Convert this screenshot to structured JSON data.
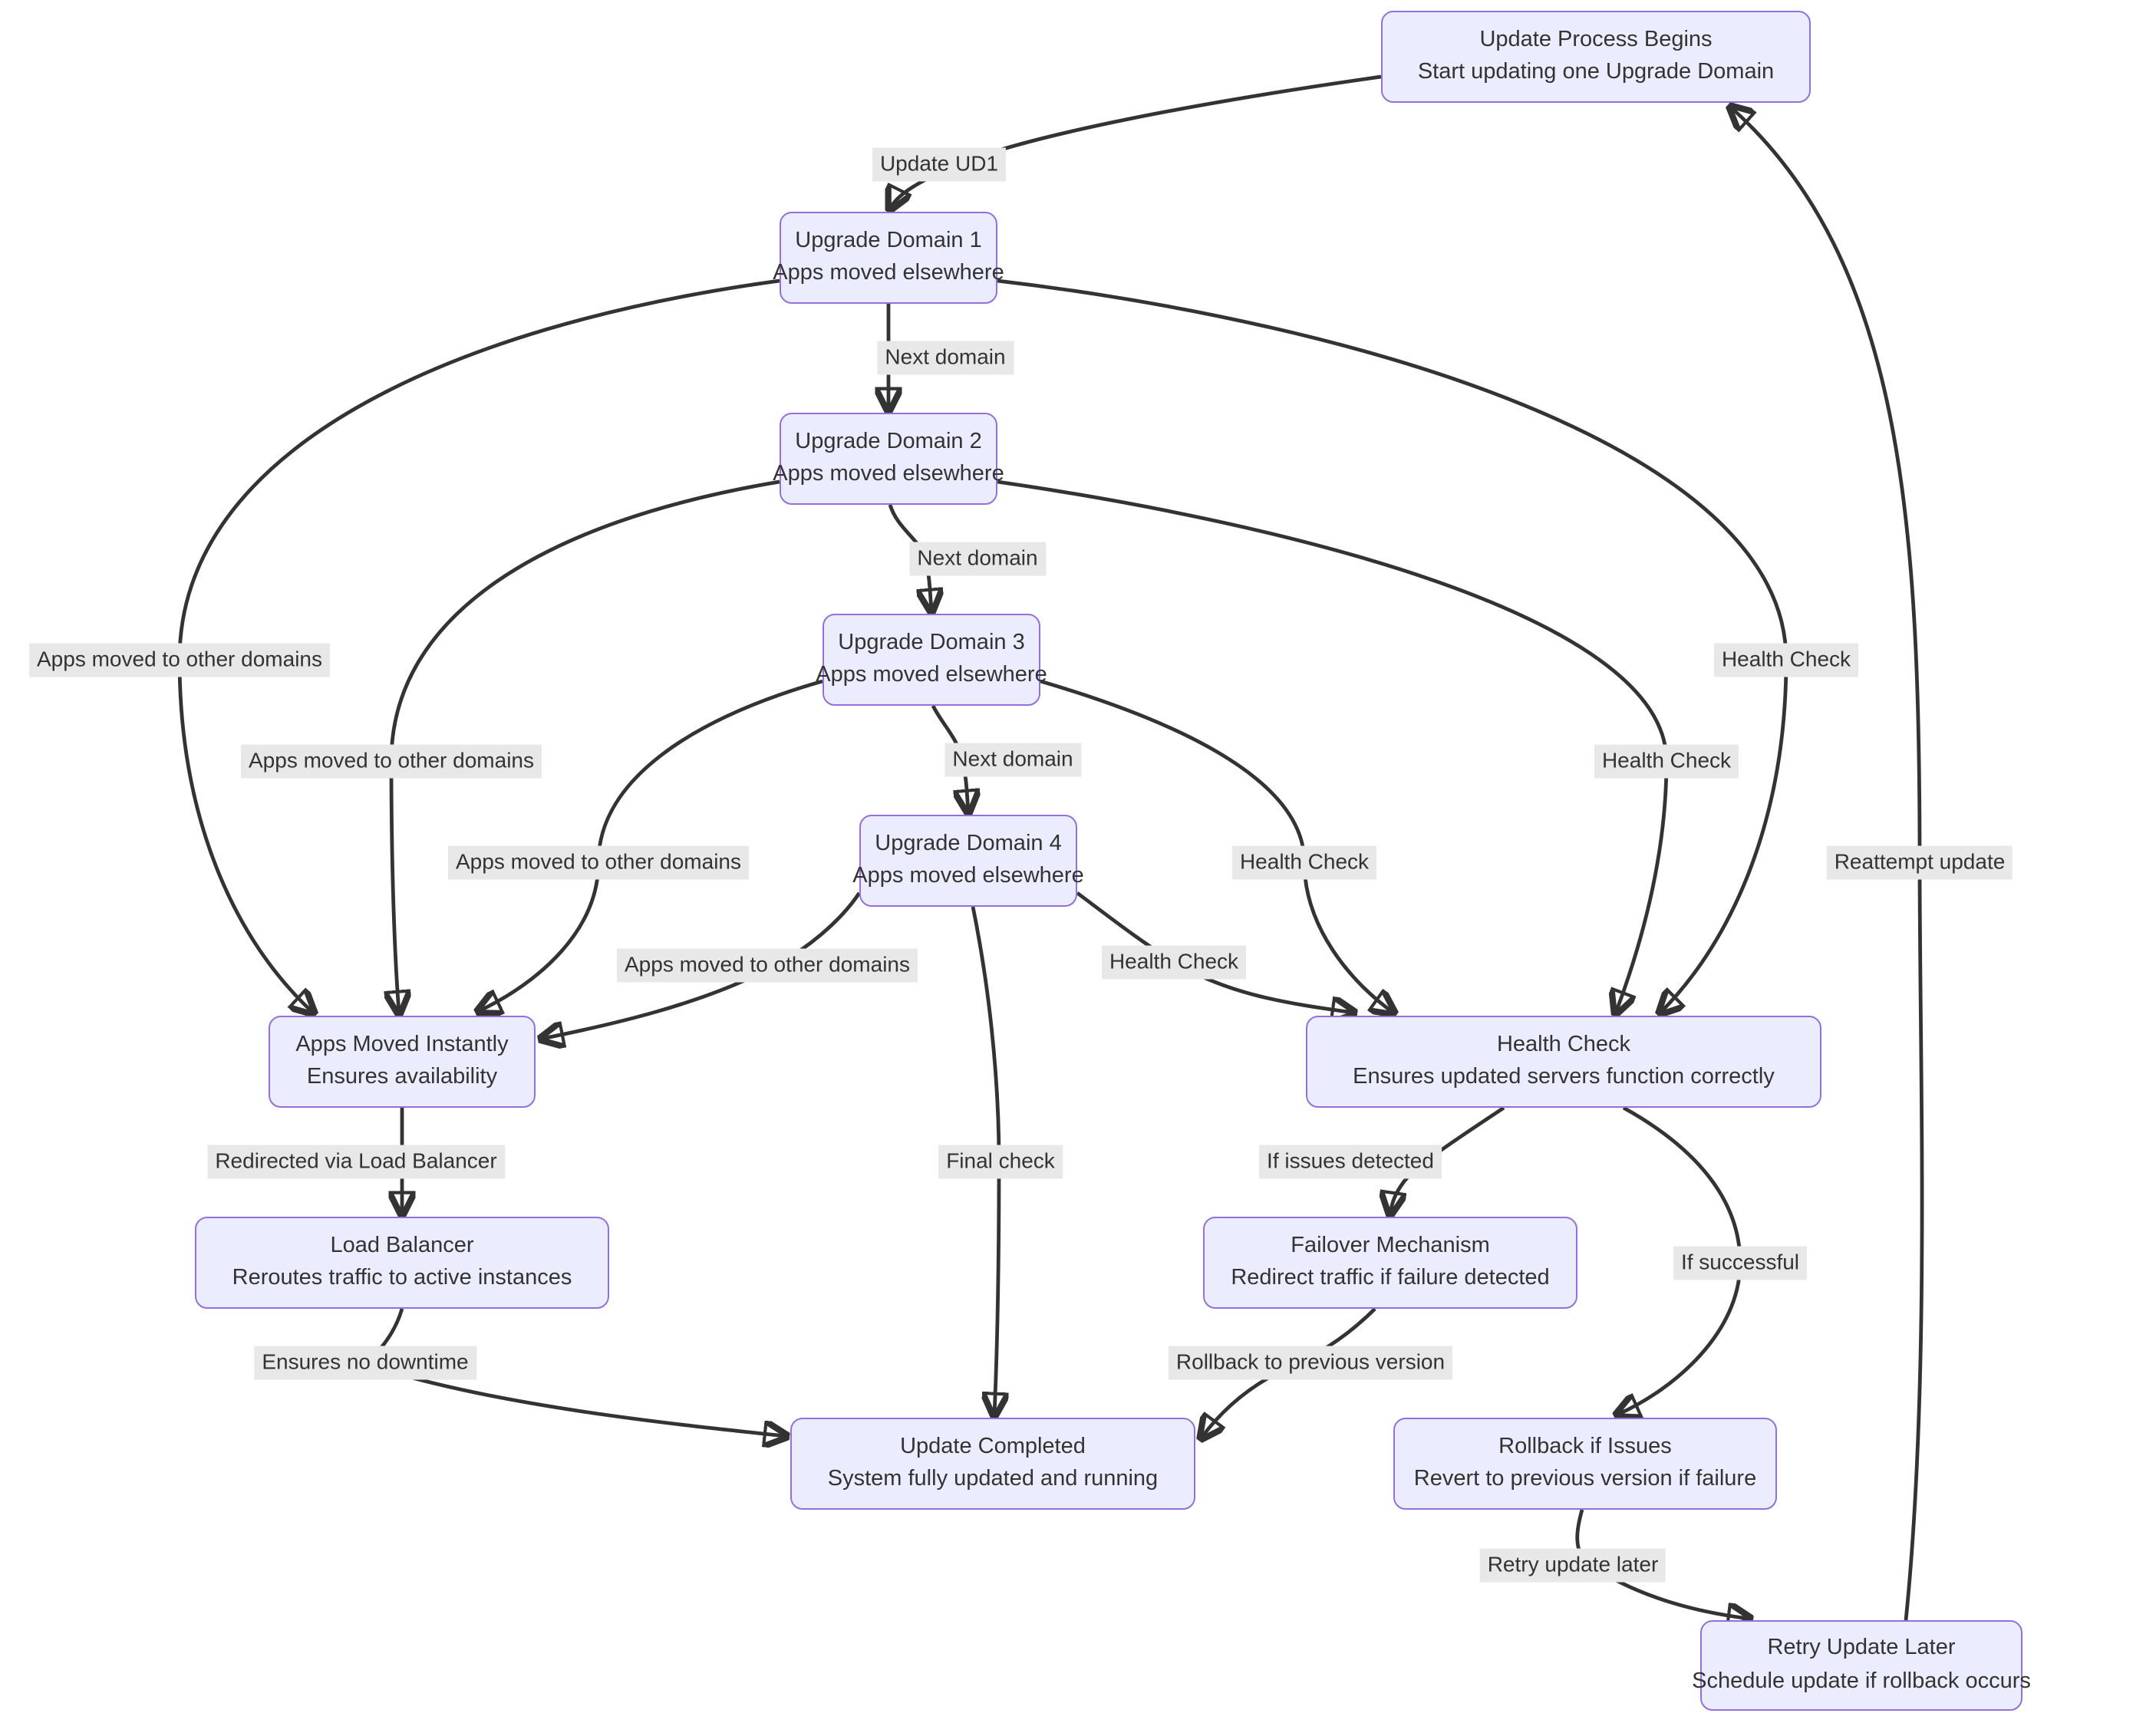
{
  "diagram": {
    "type": "flowchart",
    "colors": {
      "node_fill": "#ECECFF",
      "node_border": "#9370DB",
      "edge_line": "#333333",
      "edge_label_bg": "#e8e8e8",
      "text": "#333333",
      "background": "#ffffff"
    },
    "nodes": [
      {
        "id": "start",
        "line1": "Update Process Begins",
        "line2": "Start updating one Upgrade Domain"
      },
      {
        "id": "ud1",
        "line1": "Upgrade Domain 1",
        "line2": "Apps moved elsewhere"
      },
      {
        "id": "ud2",
        "line1": "Upgrade Domain 2",
        "line2": "Apps moved elsewhere"
      },
      {
        "id": "ud3",
        "line1": "Upgrade Domain 3",
        "line2": "Apps moved elsewhere"
      },
      {
        "id": "ud4",
        "line1": "Upgrade Domain 4",
        "line2": "Apps moved elsewhere"
      },
      {
        "id": "moved",
        "line1": "Apps Moved Instantly",
        "line2": "Ensures availability"
      },
      {
        "id": "health",
        "line1": "Health Check",
        "line2": "Ensures updated servers function correctly"
      },
      {
        "id": "lb",
        "line1": "Load Balancer",
        "line2": "Reroutes traffic to active instances"
      },
      {
        "id": "failover",
        "line1": "Failover Mechanism",
        "line2": "Redirect traffic if failure detected"
      },
      {
        "id": "done",
        "line1": "Update Completed",
        "line2": "System fully updated and running"
      },
      {
        "id": "rollback",
        "line1": "Rollback if Issues",
        "line2": "Revert to previous version if failure"
      },
      {
        "id": "retry",
        "line1": "Retry Update Later",
        "line2": "Schedule update if rollback occurs"
      }
    ],
    "edge_labels": [
      {
        "id": "update-ud1",
        "text": "Update UD1"
      },
      {
        "id": "next-domain-1",
        "text": "Next domain"
      },
      {
        "id": "next-domain-2",
        "text": "Next domain"
      },
      {
        "id": "next-domain-3",
        "text": "Next domain"
      },
      {
        "id": "apps-moved-1",
        "text": "Apps moved to other domains"
      },
      {
        "id": "apps-moved-2",
        "text": "Apps moved to other domains"
      },
      {
        "id": "apps-moved-3",
        "text": "Apps moved to other domains"
      },
      {
        "id": "apps-moved-4",
        "text": "Apps moved to other domains"
      },
      {
        "id": "health-check-1",
        "text": "Health Check"
      },
      {
        "id": "health-check-2",
        "text": "Health Check"
      },
      {
        "id": "health-check-3",
        "text": "Health Check"
      },
      {
        "id": "health-check-4",
        "text": "Health Check"
      },
      {
        "id": "reattempt-update",
        "text": "Reattempt update"
      },
      {
        "id": "redirected-via-lb",
        "text": "Redirected via Load Balancer"
      },
      {
        "id": "final-check",
        "text": "Final check"
      },
      {
        "id": "if-issues-detected",
        "text": "If issues detected"
      },
      {
        "id": "if-successful",
        "text": "If successful"
      },
      {
        "id": "ensures-no-downtime",
        "text": "Ensures no downtime"
      },
      {
        "id": "rollback-previous",
        "text": "Rollback to previous version"
      },
      {
        "id": "retry-update-later",
        "text": "Retry update later"
      }
    ],
    "edges": [
      {
        "from": "start",
        "to": "ud1",
        "label": "Update UD1"
      },
      {
        "from": "ud1",
        "to": "ud2",
        "label": "Next domain"
      },
      {
        "from": "ud2",
        "to": "ud3",
        "label": "Next domain"
      },
      {
        "from": "ud3",
        "to": "ud4",
        "label": "Next domain"
      },
      {
        "from": "ud1",
        "to": "moved",
        "label": "Apps moved to other domains"
      },
      {
        "from": "ud2",
        "to": "moved",
        "label": "Apps moved to other domains"
      },
      {
        "from": "ud3",
        "to": "moved",
        "label": "Apps moved to other domains"
      },
      {
        "from": "ud4",
        "to": "moved",
        "label": "Apps moved to other domains"
      },
      {
        "from": "ud1",
        "to": "health",
        "label": "Health Check"
      },
      {
        "from": "ud2",
        "to": "health",
        "label": "Health Check"
      },
      {
        "from": "ud3",
        "to": "health",
        "label": "Health Check"
      },
      {
        "from": "ud4",
        "to": "health",
        "label": "Health Check"
      },
      {
        "from": "ud4",
        "to": "done",
        "label": "Final check"
      },
      {
        "from": "moved",
        "to": "lb",
        "label": "Redirected via Load Balancer"
      },
      {
        "from": "lb",
        "to": "done",
        "label": "Ensures no downtime"
      },
      {
        "from": "health",
        "to": "failover",
        "label": "If issues detected"
      },
      {
        "from": "health",
        "to": "rollback",
        "label": "If successful"
      },
      {
        "from": "failover",
        "to": "done",
        "label": "Rollback to previous version"
      },
      {
        "from": "rollback",
        "to": "retry",
        "label": "Retry update later"
      },
      {
        "from": "retry",
        "to": "start",
        "label": "Reattempt update"
      }
    ]
  }
}
